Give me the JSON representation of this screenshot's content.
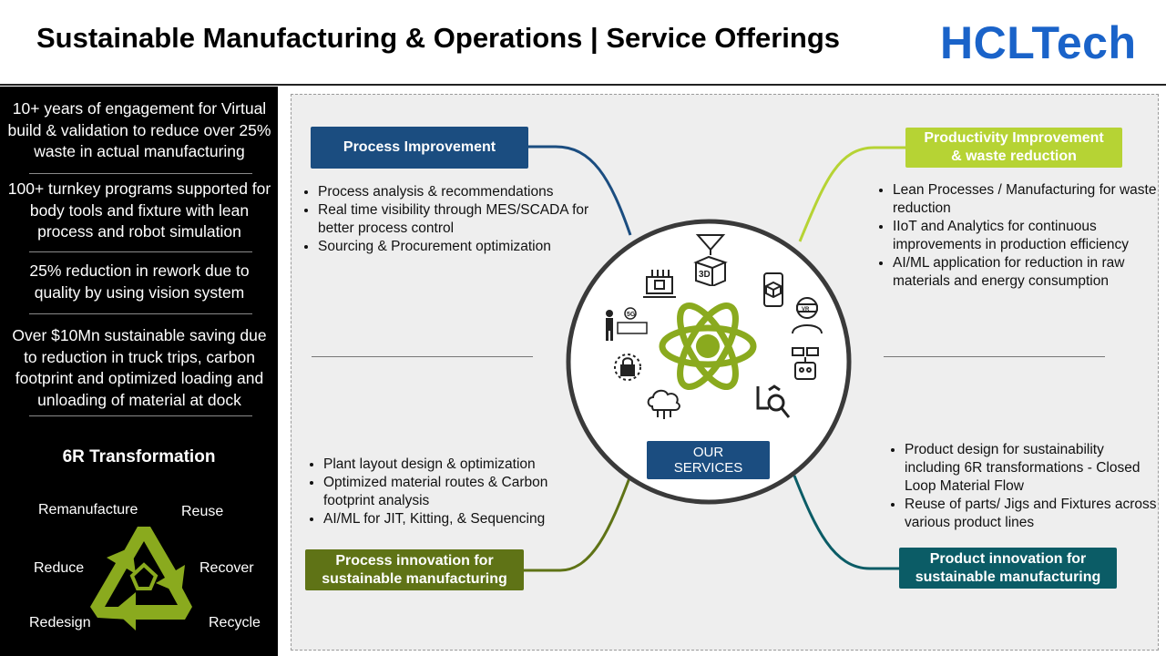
{
  "header": {
    "title": "Sustainable Manufacturing & Operations | Service Offerings",
    "logo": "HCLTech"
  },
  "sidebar": {
    "stats": [
      "10+ years of engagement for Virtual build & validation to reduce over 25% waste in actual manufacturing",
      "100+ turnkey programs supported for body tools and fixture with lean process and robot simulation",
      "25% reduction in rework due to quality by using vision system",
      "Over $10Mn sustainable saving due to reduction in truck trips, carbon footprint and optimized loading and unloading of material at dock"
    ],
    "sixr_title": "6R Transformation",
    "sixr_labels": [
      "Remanufacture",
      "Reuse",
      "Reduce",
      "Recover",
      "Redesign",
      "Recycle"
    ]
  },
  "center": {
    "label_line1": "OUR",
    "label_line2": "SERVICES"
  },
  "quadrants": {
    "process_improvement": {
      "title": "Process Improvement",
      "items": [
        "Process analysis & recommendations",
        "Real time visibility through MES/SCADA for better process control",
        "Sourcing & Procurement optimization"
      ]
    },
    "productivity": {
      "title_line1": "Productivity Improvement",
      "title_line2": "& waste reduction",
      "items": [
        "Lean Processes / Manufacturing for waste reduction",
        "IIoT and Analytics for continuous improvements in production efficiency",
        "AI/ML application for reduction in raw materials and energy consumption"
      ]
    },
    "process_innovation": {
      "title_line1": "Process innovation for",
      "title_line2": "sustainable manufacturing",
      "items": [
        "Plant layout design & optimization",
        "Optimized material routes & Carbon footprint analysis",
        "AI/ML for JIT, Kitting, & Sequencing"
      ]
    },
    "product_innovation": {
      "title_line1": "Product innovation for",
      "title_line2": "sustainable manufacturing",
      "items": [
        "Product design for sustainability including  6R transformations - Closed Loop Material Flow",
        "Reuse of parts/ Jigs and Fixtures across various product lines"
      ]
    }
  },
  "icons": [
    "3d-printer-icon",
    "laptop-chip-icon",
    "phone-cube-icon",
    "worker-5g-icon",
    "vr-person-icon",
    "lock-icon",
    "robot-chat-icon",
    "cloud-network-icon",
    "chart-search-icon",
    "atom-icon",
    "recycle-icon"
  ],
  "colors": {
    "blue": "#1b4d80",
    "lime": "#b6d334",
    "olive": "#5f7316",
    "teal": "#0b5c66",
    "atom_green": "#8aaa1e",
    "logo_blue": "#1a63c9"
  }
}
